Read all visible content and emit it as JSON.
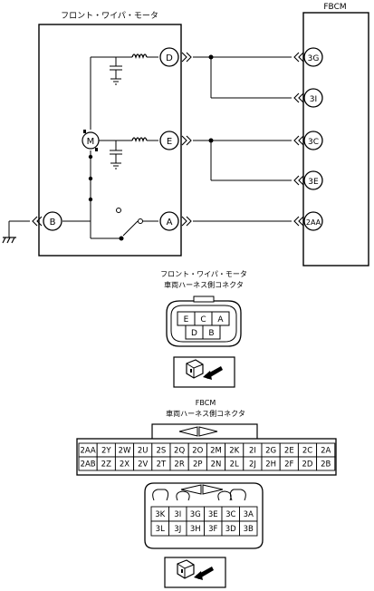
{
  "titles": {
    "motor_box": "フロント・ワイパ・モータ",
    "fbcm_box": "FBCM",
    "motor_connector_line1": "フロント・ワイパ・モータ",
    "motor_connector_line2": "車両ハーネス側コネクタ",
    "fbcm_connector_line1": "FBCM",
    "fbcm_connector_line2": "車両ハーネス側コネクタ"
  },
  "motor_terminals": [
    "D",
    "E",
    "A",
    "B"
  ],
  "motor_internal_label": "M",
  "fbcm_terminals": [
    "3G",
    "3I",
    "3C",
    "3E",
    "2AA"
  ],
  "motor_connector_pins": {
    "row1": [
      "E",
      "C",
      "A"
    ],
    "row2": [
      "D",
      "B"
    ]
  },
  "fbcm_connector_2": {
    "row1": [
      "2AA",
      "2Y",
      "2W",
      "2U",
      "2S",
      "2Q",
      "2O",
      "2M",
      "2K",
      "2I",
      "2G",
      "2E",
      "2C",
      "2A"
    ],
    "row2": [
      "2AB",
      "2Z",
      "2X",
      "2V",
      "2T",
      "2R",
      "2P",
      "2N",
      "2L",
      "2J",
      "2H",
      "2F",
      "2D",
      "2B"
    ]
  },
  "fbcm_connector_3": {
    "row1": [
      "3K",
      "3I",
      "3G",
      "3E",
      "3C",
      "3A"
    ],
    "row2": [
      "3L",
      "3J",
      "3H",
      "3F",
      "3D",
      "3B"
    ]
  },
  "icons": [
    "connector-plug-icon",
    "wire-insertion-arrow-icon",
    "ground-symbol-icon",
    "capacitor-icon",
    "coil-icon",
    "motor-icon",
    "switch-icon"
  ]
}
